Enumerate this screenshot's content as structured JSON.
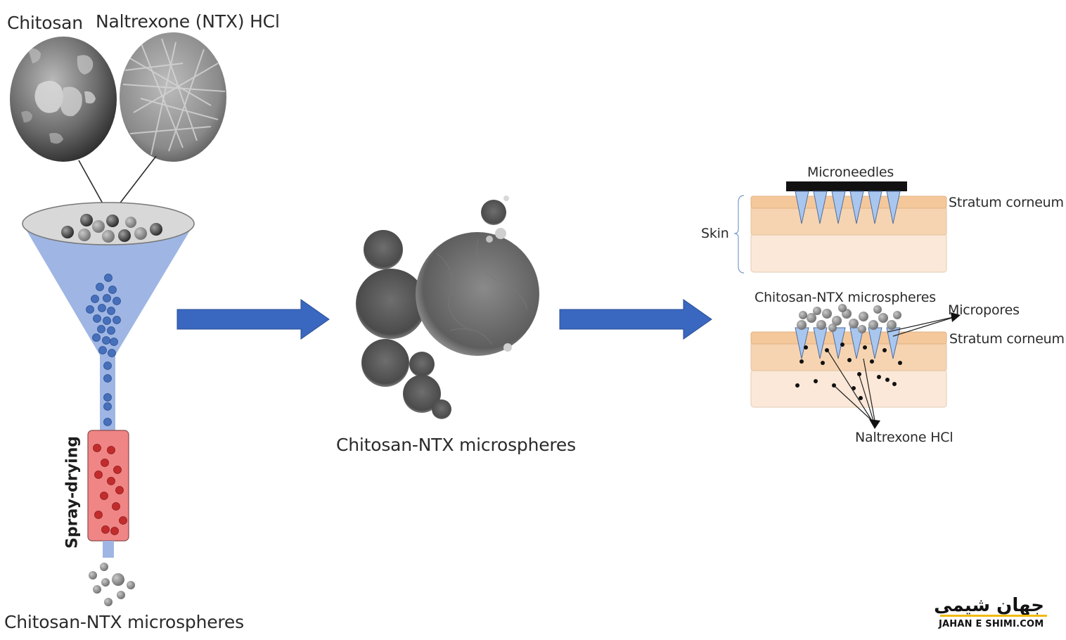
{
  "labels": {
    "chitosan": "Chitosan",
    "ntx_hcl": "Naltrexone (NTX) HCl",
    "spray_drying": "Spray-drying",
    "microspheres_bottom": "Chitosan-NTX microspheres",
    "microspheres_center": "Chitosan-NTX microspheres",
    "microneedles": "Microneedles",
    "stratum_corneum_top": "Stratum corneum",
    "skin": "Skin",
    "microspheres_right": "Chitosan-NTX microspheres",
    "micropores": "Micropores",
    "stratum_corneum_bottom": "Stratum corneum",
    "naltrexone_hcl": "Naltrexone HCl"
  },
  "logo": {
    "persian": "جهان شیمی",
    "latin": "JAHAN E SHIMI.COM"
  },
  "colors": {
    "arrow_blue": "#3a67bf",
    "funnel_blue": "#9fb6e4",
    "particle_blue": "#4670bb",
    "chamber_red": "#f08585",
    "particle_red": "#c32c2c",
    "skin_stratum": "#f5c89b",
    "skin_epidermis": "#f6d4b2",
    "skin_dermis": "#fbe8d8",
    "needle_blue": "#a9c6ef",
    "logo_yellow": "#f2b90f"
  }
}
